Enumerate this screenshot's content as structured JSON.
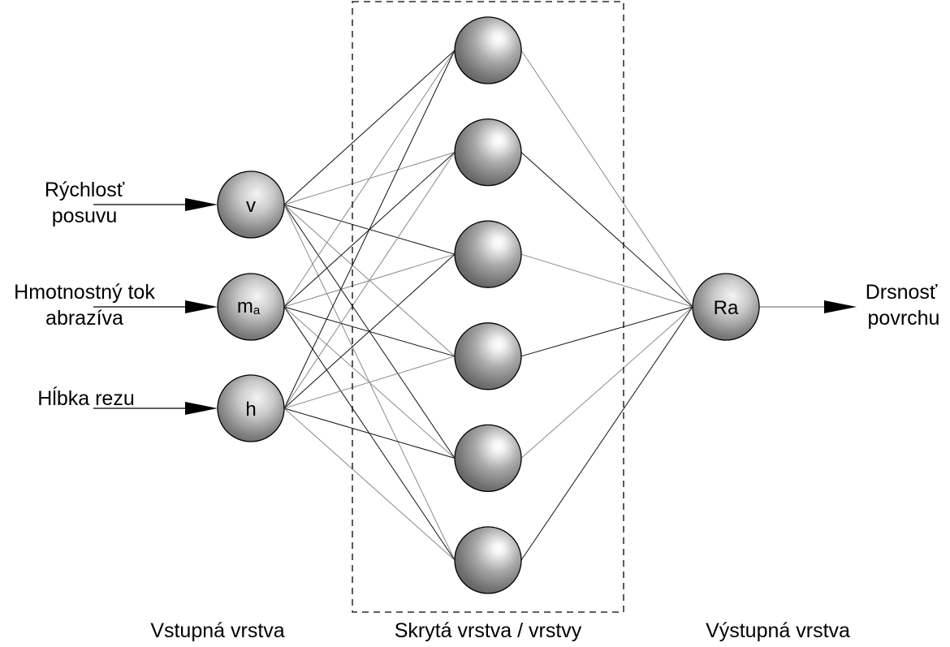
{
  "inputs": [
    {
      "lines": [
        "Rýchlosť",
        "posuvu"
      ],
      "node": "v",
      "node_sub": ""
    },
    {
      "lines": [
        "Hmotnostný tok",
        "abrazíva"
      ],
      "node": "m",
      "node_sub": "a"
    },
    {
      "lines": [
        "Hĺbka rezu"
      ],
      "node": "h",
      "node_sub": ""
    }
  ],
  "output": {
    "node": "Ra",
    "lines": [
      "Drsnosť",
      "povrchu"
    ]
  },
  "layers": {
    "input": "Vstupná vrstva",
    "hidden": "Skrytá vrstva / vrstvy",
    "output": "Výstupná vrstva"
  },
  "hidden_node_count": 6,
  "colors": {
    "line": "#000000",
    "connection_dark": "#111111",
    "connection_light": "#8a8a8a"
  }
}
